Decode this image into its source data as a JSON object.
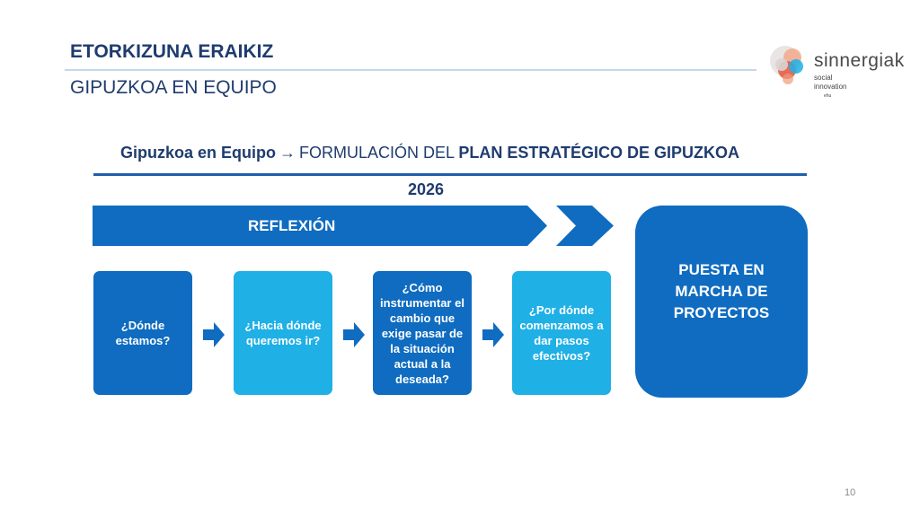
{
  "header": {
    "title": "ETORKIZUNA ERAIKIZ",
    "subtitle": "GIPUZKOA EN EQUIPO"
  },
  "logo": {
    "name": "sinnergiak",
    "line1": "social",
    "line2": "innovation",
    "line3": "ehu"
  },
  "heading": {
    "part1": "Gipuzkoa en Equipo",
    "arrow": "→",
    "part2": "FORMULACIÓN DEL ",
    "part3": "PLAN ESTRATÉGICO DE GIPUZKOA",
    "year": "2026"
  },
  "diagram": {
    "phase": "REFLEXIÓN",
    "steps": [
      "¿Dónde estamos?",
      "¿Hacia dónde queremos ir?",
      "¿Cómo instrumentar el cambio que exige pasar de la situación actual a la deseada?",
      "¿Por dónde comenzamos a dar pasos efectivos?"
    ],
    "final": "PUESTA EN MARCHA DE PROYECTOS"
  },
  "footer": {
    "page": "10"
  },
  "colors": {
    "dark_blue": "#0f6cc0",
    "light_blue": "#1fb0e6",
    "title_navy": "#1f3c6e"
  }
}
